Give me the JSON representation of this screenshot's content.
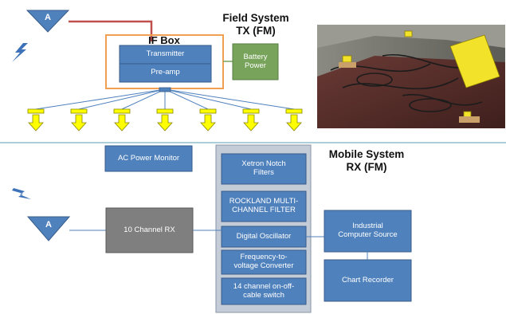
{
  "field_system": {
    "title": "Field System\nTX (FM)"
  },
  "if_box": {
    "title": "IF Box",
    "transmitter": "Transmitter",
    "preamp": "Pre-amp",
    "battery": "Battery\nPower"
  },
  "antenna_letter": "A",
  "mobile_system": {
    "title": "Mobile System\nRX (FM)"
  },
  "rx": {
    "ac_monitor": "AC Power Monitor",
    "channel_rx": "10 Channel RX",
    "stack": [
      "Xetron Notch\nFilters",
      "ROCKLAND MULTI-\nCHANNEL FILTER",
      "Digital Oscillator",
      "Frequency-to-\nvoltage Converter",
      "14 channel on-off-\ncable switch"
    ],
    "computer": "Industrial\nComputer Source",
    "recorder": "Chart Recorder"
  },
  "colors": {
    "block_blue": "#4f81bd",
    "block_border": "#385d8a",
    "stack_panel": "#c4ccd8",
    "rx_gray": "#7f7f7f",
    "battery_green": "#77a35a",
    "ifbox_orange": "#f0a050",
    "cable_red": "#c0504d",
    "divider": "#7bb0c0",
    "sensor_yellow": "#ffff00",
    "lightning": "#3d72b8"
  },
  "icons": {
    "antenna": "antenna-triangle-icon",
    "wireless": "lightning-bolt-icon",
    "sensor": "geophone-sensor-icon",
    "photo": "field-deployment-photo"
  }
}
